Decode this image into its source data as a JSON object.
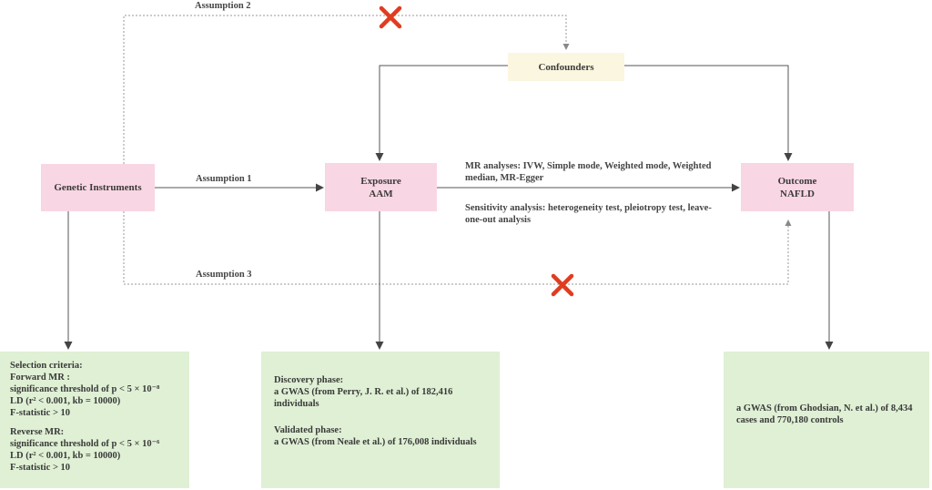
{
  "nodes": {
    "genetic": "Genetic Instruments",
    "exposure_title": "Exposure",
    "exposure_sub": "AAM",
    "outcome_title": "Outcome",
    "outcome_sub": "NAFLD",
    "confounders": "Confounders"
  },
  "edges": {
    "assumption1": "Assumption 1",
    "assumption2": "Assumption 2",
    "assumption3": "Assumption 3"
  },
  "analysis": {
    "mr_line1": "MR analyses: IVW, Simple mode, Weighted mode, Weighted",
    "mr_line2": "median, MR-Egger",
    "sens_line1": "Sensitivity analysis: heterogeneity test, pleiotropy test, leave-",
    "sens_line2": "one-out analysis"
  },
  "left_panel": {
    "title": "Selection criteria:",
    "forward": "Forward MR :",
    "forward_sig": "significance threshold of p < 5 × 10⁻⁸",
    "forward_ld": "LD (r² < 0.001, kb = 10000)",
    "forward_f": "F-statistic > 10",
    "reverse": "Reverse MR:",
    "reverse_sig": "significance threshold of p < 5 × 10⁻⁶",
    "reverse_ld": "LD (r² < 0.001, kb = 10000)",
    "reverse_f": "F-statistic > 10"
  },
  "middle_panel": {
    "discovery": "Discovery phase:",
    "discovery_text": "a GWAS (from Perry, J. R. et al.) of 182,416 individuals",
    "validated": "Validated phase:",
    "validated_text": "a GWAS (from Neale et al.) of 176,008 individuals"
  },
  "right_panel": {
    "line1": "a GWAS (from Ghodsian, N. et al.) of  8,434",
    "line2": "cases and 770,180 controls"
  },
  "colors": {
    "node_pink": "#f9d6e3",
    "confounder_cream": "#fbf6df",
    "panel_green": "#dff0d4",
    "cross_red": "#e03c1f",
    "line": "#555555"
  },
  "icons": {
    "violation": "cross-icon"
  }
}
